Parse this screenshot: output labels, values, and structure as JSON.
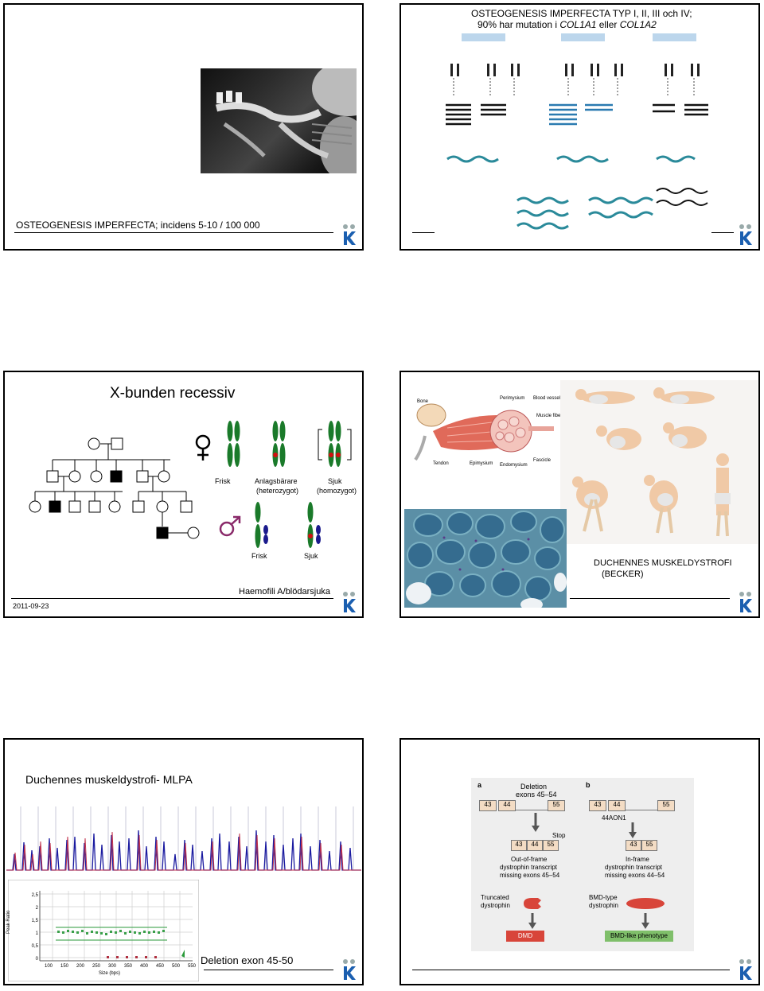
{
  "slides": {
    "s1": {
      "footer": "OSTEOGENESIS IMPERFECTA; incidens 5-10 / 100 000"
    },
    "s2": {
      "title_line1": "OSTEOGENESIS IMPERFECTA TYP I, II, III och IV;",
      "title_line2_prefix": "90% har mutation i ",
      "gene1": "COL1A1",
      "title_line2_mid": " eller ",
      "gene2": "COL1A2"
    },
    "s3": {
      "title": "X-bunden recessiv",
      "female_labels": {
        "healthy": "Frisk",
        "carrier_line1": "Anlagsbärare",
        "carrier_line2": "(heterozygot)",
        "sick_line1": "Sjuk",
        "sick_line2": "(homozygot)"
      },
      "male_labels": {
        "healthy": "Frisk",
        "sick": "Sjuk"
      },
      "caption": "Haemofili A/blödarsjuka",
      "date": "2011-09-23"
    },
    "s4": {
      "anat_labels": {
        "bone": "Bone",
        "perimysium": "Perimysium",
        "blood_vessel": "Blood vessel",
        "muscle_fiber": "Muscle fiber",
        "tendon": "Tendon",
        "epimysium": "Epimysium",
        "endomysium": "Endomysium",
        "fascicle": "Fascicle"
      },
      "title_line1": "DUCHENNES MUSKELDYSTROFI",
      "title_line2": "(BECKER)"
    },
    "s5": {
      "title": "Duchennes muskeldystrofi- MLPA",
      "ylabel": "Peak Ratio",
      "xlabel": "Size (bps)",
      "yticks": [
        "2,5",
        "2",
        "1,5",
        "1",
        "0,5",
        "0"
      ],
      "xticks": [
        "100",
        "150",
        "200",
        "250",
        "300",
        "350",
        "400",
        "450",
        "500",
        "550"
      ],
      "caption": "Deletion exon 45-50"
    },
    "s6": {
      "a": {
        "letter": "a",
        "deletion_line1": "Deletion",
        "deletion_line2": "exons 45–54",
        "exons_top": [
          "43",
          "44",
          "55"
        ],
        "stop": "Stop",
        "exons_mid": [
          "43",
          "44",
          "55"
        ],
        "desc1": "Out-of-frame",
        "desc2": "dystrophin transcript",
        "desc3": "missing exons 45–54",
        "prot1": "Truncated",
        "prot2": "dystrophin",
        "outcome": "DMD"
      },
      "b": {
        "letter": "b",
        "exons_top": [
          "43",
          "44",
          "55"
        ],
        "aon": "44AON1",
        "exons_mid": [
          "43",
          "55"
        ],
        "desc1": "In-frame",
        "desc2": "dystrophin transcript",
        "desc3": "missing exons 44–54",
        "prot1": "BMD-type",
        "prot2": "dystrophin",
        "outcome": "BMD-like phenotype"
      }
    }
  },
  "colors": {
    "logo_blue": "#1b5fb0",
    "chromosome_green": "#1a7a2a",
    "allele_red": "#d01010",
    "y_blue": "#1a1a8c",
    "male_symbol": "#8a2a6a",
    "dmd_red": "#d8453a",
    "bmd_green": "#7fbf6a",
    "exon_box": "#f3dcc4"
  }
}
